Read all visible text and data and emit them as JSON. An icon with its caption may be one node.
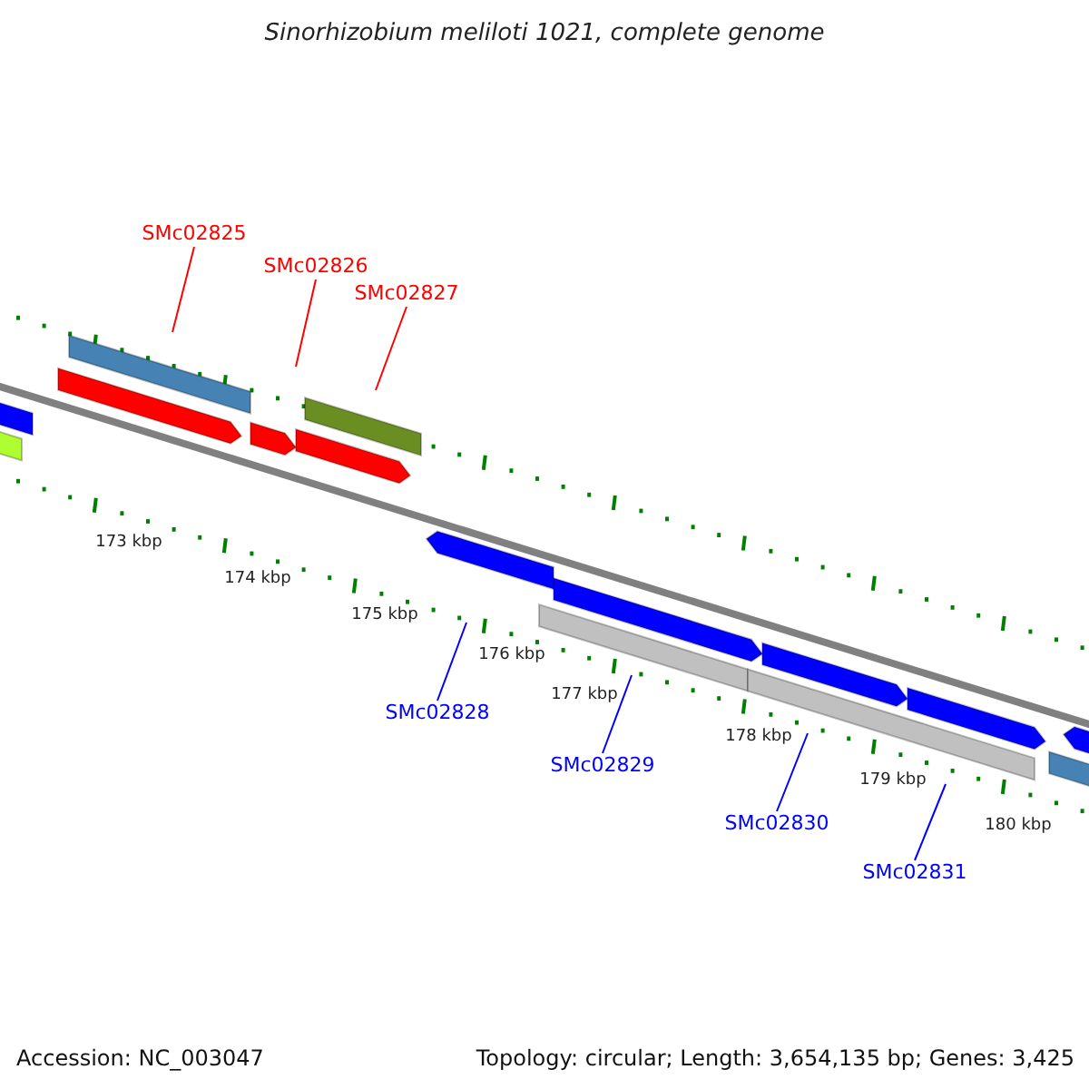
{
  "diagram": {
    "title": "Sinorhizobium meliloti 1021, complete genome",
    "nodes": [
      {
        "text": [
          "SMc02825"
        ]
      },
      {
        "text": [
          "SMc02826"
        ]
      },
      {
        "text": [
          "SMc02827"
        ]
      },
      {
        "text": [
          "SMc02828"
        ]
      },
      {
        "text": [
          "SMc02829"
        ]
      },
      {
        "text": [
          "SMc02830"
        ]
      },
      {
        "text": [
          "SMc02831"
        ]
      }
    ],
    "edges": [
      {
        "from": 0,
        "to": null,
        "arrow": "none",
        "color": "#ff0000"
      },
      {
        "from": 1,
        "to": null,
        "arrow": "none",
        "color": "#ff0000"
      },
      {
        "from": 2,
        "to": null,
        "arrow": "none",
        "color": "#ff0000"
      },
      {
        "from": 3,
        "to": null,
        "arrow": "none"
      },
      {
        "from": 4,
        "to": null,
        "arrow": "none"
      },
      {
        "from": 5,
        "to": null,
        "arrow": "none"
      },
      {
        "from": 6,
        "to": null,
        "arrow": "none"
      }
    ],
    "labels": [
      "173 kbp",
      "174 kbp",
      "175 kbp",
      "176 kbp",
      "177 kbp",
      "178 kbp",
      "179 kbp",
      "180 kbp",
      "Accession: NC_003047",
      "Topology: circular; Length: 3,654,135 bp; Genes: 3,425"
    ]
  }
}
